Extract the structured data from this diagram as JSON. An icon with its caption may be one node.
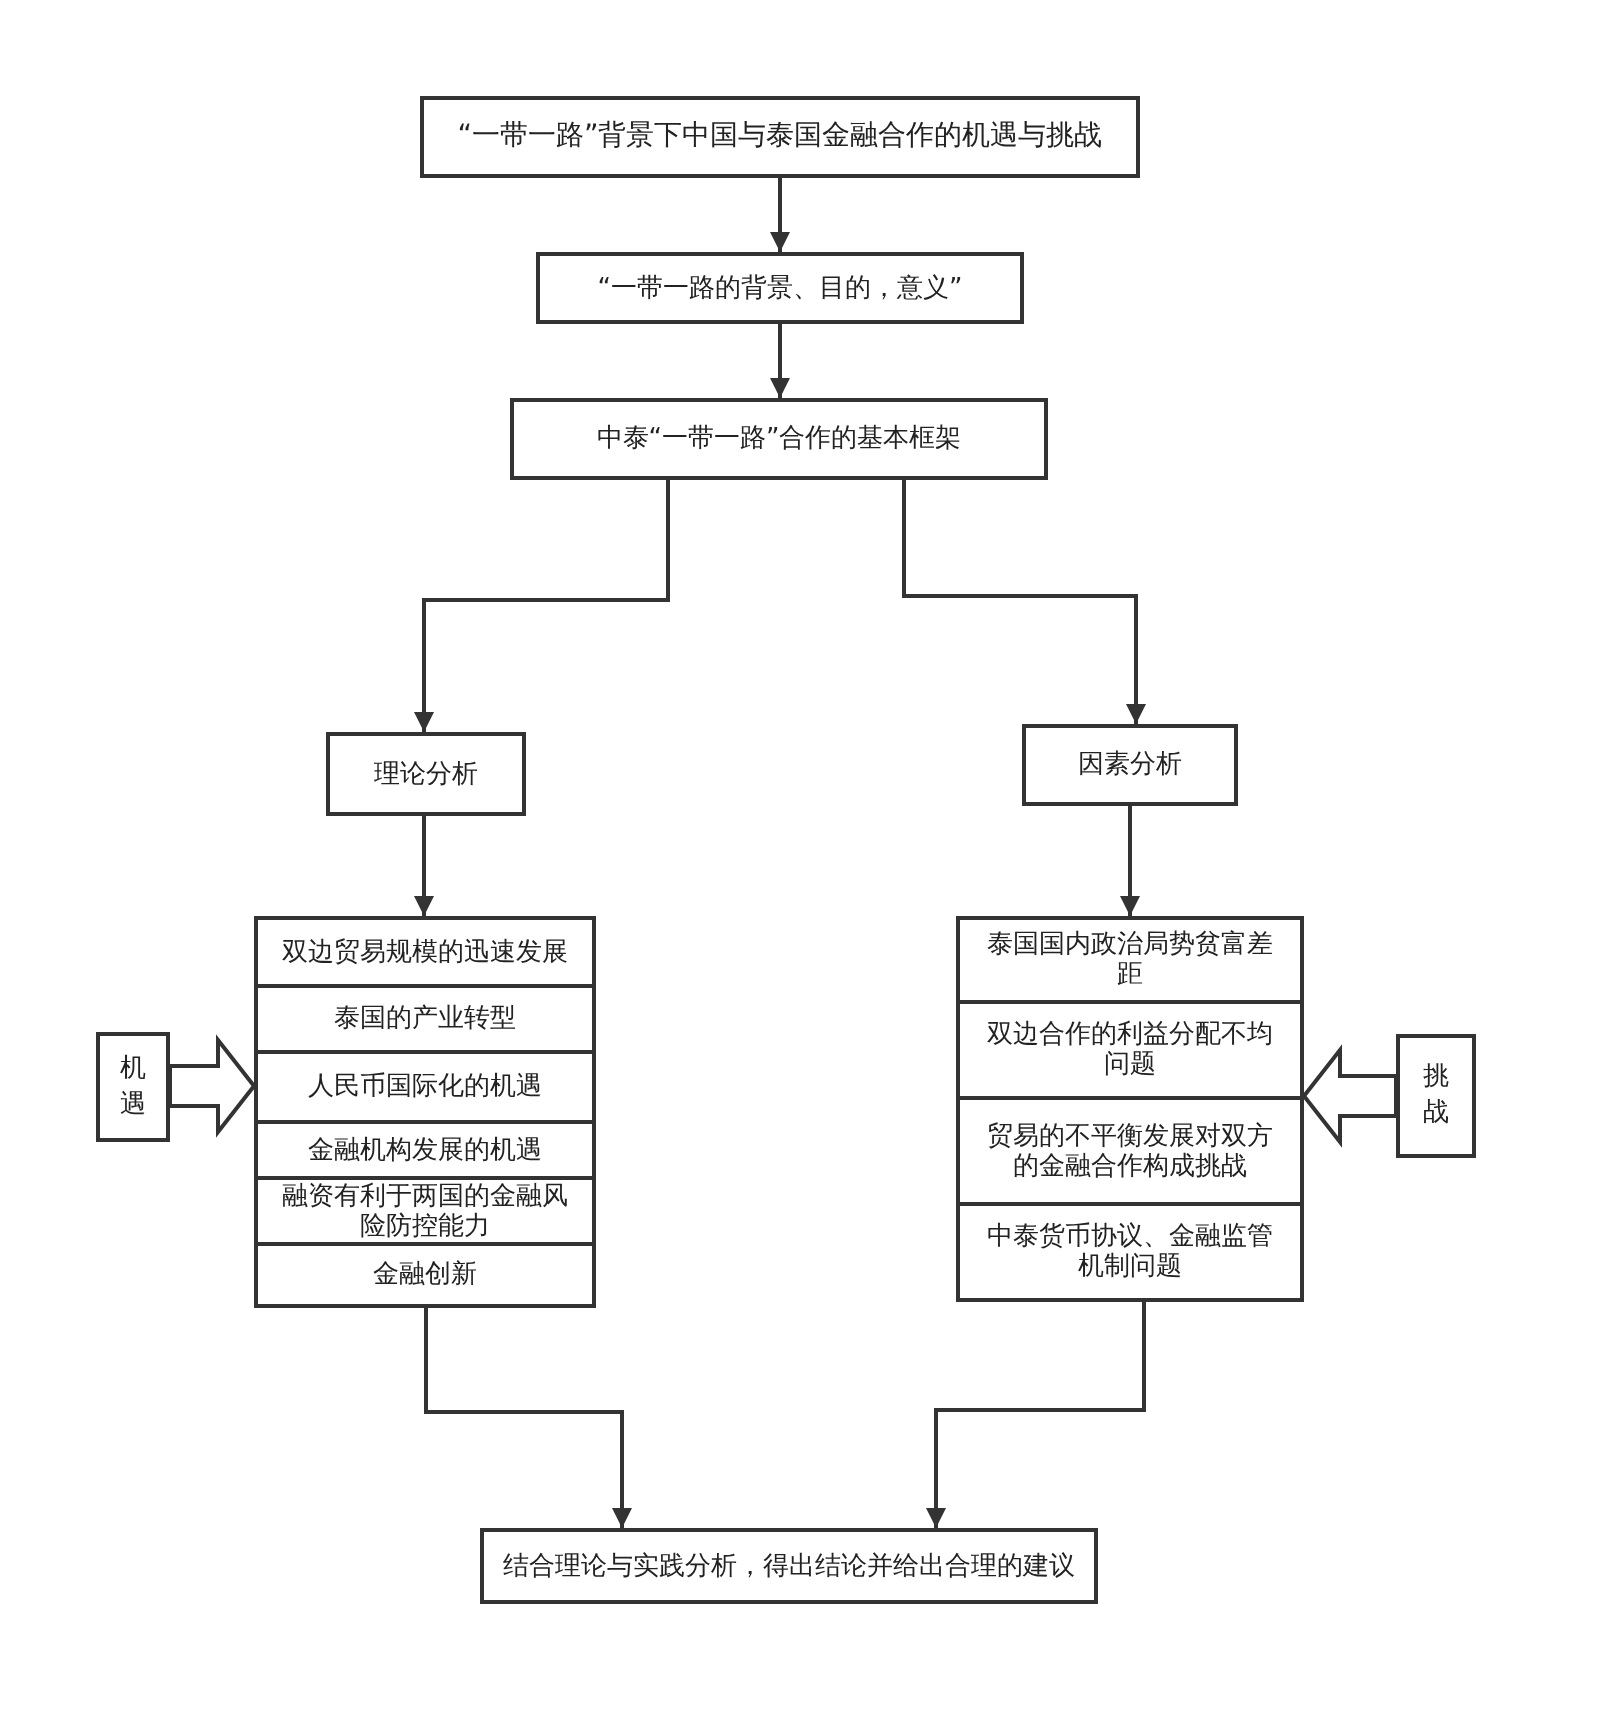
{
  "diagram": {
    "nodes": [
      {
        "text": [
          "“一带一路”背景下中国与泰国金融合作的机遇与挑战"
        ]
      },
      {
        "text": [
          "“一带一路的背景、目的，意义”"
        ]
      },
      {
        "text": [
          "中泰“一带一路”合作的基本框架"
        ]
      },
      {
        "text": [
          "理论分析"
        ]
      },
      {
        "text": [
          "因素分析"
        ]
      },
      {
        "text": [
          "机遇"
        ]
      },
      {
        "text": [],
        "shape": "box"
      },
      {
        "text": [
          "双边贸易规模的迅速发展"
        ],
        "in": 6
      },
      {
        "text": [
          "泰国的产业转型"
        ],
        "in": 6
      },
      {
        "text": [
          "人民币国际化的机遇"
        ],
        "in": 6
      },
      {
        "text": [
          "金融机构发展的机遇"
        ],
        "in": 6
      },
      {
        "text": [
          "融资有利于两国的金融风险防控能力"
        ],
        "in": 6
      },
      {
        "text": [
          "金融创新"
        ],
        "in": 6
      },
      {
        "text": [],
        "shape": "box"
      },
      {
        "text": [
          "泰国国内政治局势贫富差距"
        ],
        "in": 13
      },
      {
        "text": [
          "双边合作的利益分配不均问题"
        ],
        "in": 13
      },
      {
        "text": [
          "贸易的不平衡发展对双方的金融合作构成挑战"
        ],
        "in": 13
      },
      {
        "text": [
          "中泰货币协议、金融监管机制问题"
        ],
        "in": 13
      },
      {
        "text": [
          "挑战"
        ]
      },
      {
        "text": [
          "结合理论与实践分析，得出结论并给出合理的建议"
        ]
      }
    ],
    "edges": [
      {
        "from": 0,
        "to": 1,
        "arrow": "to"
      },
      {
        "from": 1,
        "to": 2,
        "arrow": "to"
      },
      {
        "from": 2,
        "to": 3,
        "arrow": "to"
      },
      {
        "from": 2,
        "to": 4,
        "arrow": "to"
      },
      {
        "from": 3,
        "to": 6,
        "arrow": "to"
      },
      {
        "from": 4,
        "to": 13,
        "arrow": "to"
      },
      {
        "from": 5,
        "to": 6,
        "arrow": "to",
        "style": "thick"
      },
      {
        "from": 18,
        "to": 13,
        "arrow": "to",
        "style": "thick"
      },
      {
        "from": 6,
        "to": 19,
        "arrow": "to"
      },
      {
        "from": 13,
        "to": 19,
        "arrow": "to"
      }
    ]
  }
}
